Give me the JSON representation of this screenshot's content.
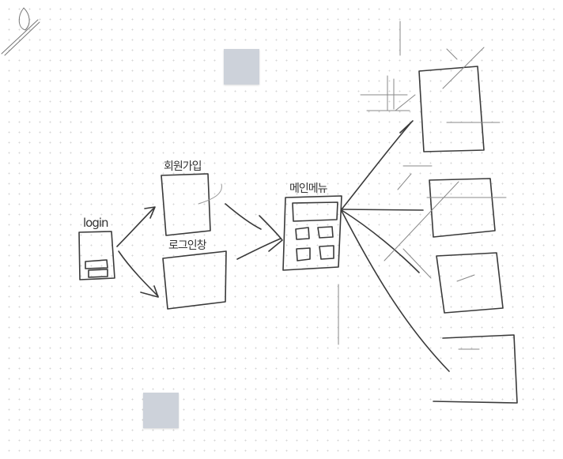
{
  "labels": {
    "login": "login",
    "signup": "회원가입",
    "login_window": "로그인창",
    "main_menu": "메인메뉴"
  },
  "colors": {
    "ink": "#3a3a3a",
    "faint": "#8a8a8a",
    "note": "#cdd2da"
  }
}
